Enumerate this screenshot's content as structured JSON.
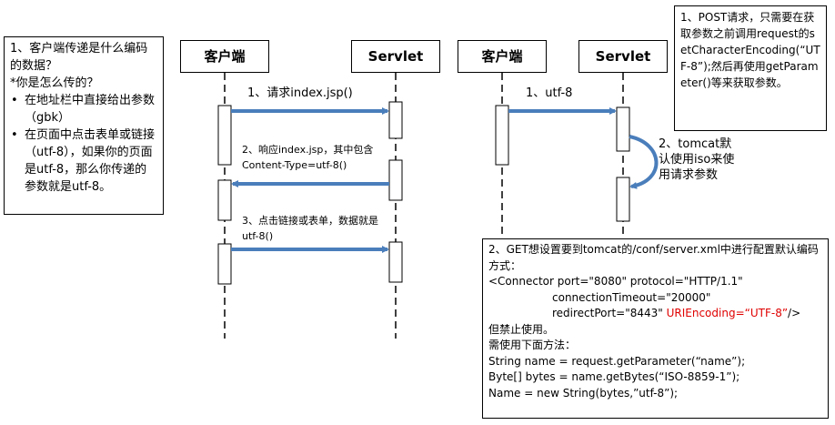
{
  "left_note": {
    "title": "1、客户端传递是什么编码的数据？",
    "question": "*你是怎么传的？",
    "bullets": [
      "在地址栏中直接给出参数（gbk）",
      "在页面中点击表单或链接（utf-8），如果你的页面是utf-8，那么你传递的参数就是utf-8。"
    ]
  },
  "diagram1": {
    "client_label": "客户端",
    "servlet_label": "Servlet",
    "msg1": "1、请求index.jsp()",
    "msg2": "2、响应index.jsp，其中包含Content-Type=utf-8()",
    "msg3": "3、点击链接或表单，数据就是utf-8()"
  },
  "diagram2": {
    "client_label": "客户端",
    "servlet_label": "Servlet",
    "msg1": "1、utf-8",
    "self_msg": "2、tomcat默认使用iso来使用请求参数"
  },
  "post_note": {
    "text": "1、POST请求，只需要在获取参数之前调用request的setCharacterEncoding(“UTF-8”);然后再使用getParameter()等来获取参数。"
  },
  "get_note": {
    "line1": "2、GET想设置要到tomcat的/conf/server.xml中进行配置默认编码方式：",
    "connector1": "<Connector port=\"8080\" protocol=\"HTTP/1.1\"",
    "connector2": "connectionTimeout=\"20000\"",
    "connector3_a": "redirectPort=\"8443\"",
    "connector3_red": "URIEncoding=“UTF-8”",
    "connector3_b": "/>",
    "line_forbid": "但禁止使用。",
    "line_method": "需使用下面方法：",
    "code1": "String name = request.getParameter(“name”);",
    "code2": "Byte[] bytes = name.getBytes(“ISO-8859-1”);",
    "code3": "Name = new String(bytes,”utf-8”);"
  },
  "colors": {
    "arrow": "#4a7ebb",
    "red": "#e00000"
  }
}
